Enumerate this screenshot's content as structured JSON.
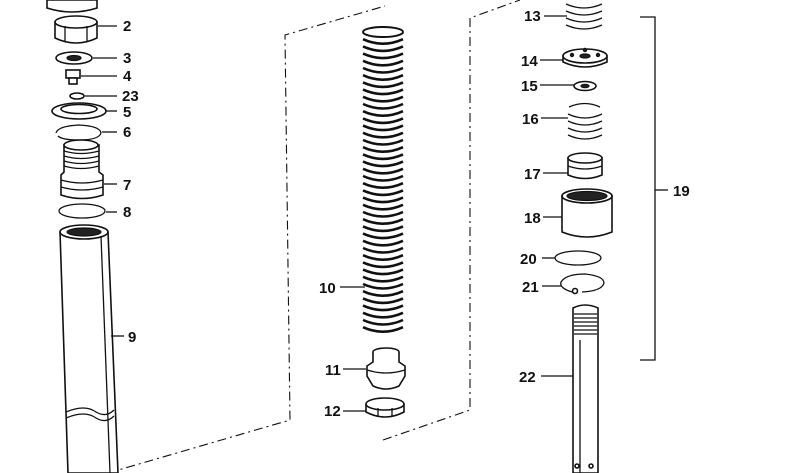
{
  "diagram": {
    "callouts": [
      {
        "id": "c2",
        "text": "2"
      },
      {
        "id": "c3",
        "text": "3"
      },
      {
        "id": "c4",
        "text": "4"
      },
      {
        "id": "c23",
        "text": "23"
      },
      {
        "id": "c5",
        "text": "5"
      },
      {
        "id": "c6",
        "text": "6"
      },
      {
        "id": "c7",
        "text": "7"
      },
      {
        "id": "c8",
        "text": "8"
      },
      {
        "id": "c9",
        "text": "9"
      },
      {
        "id": "c10",
        "text": "10"
      },
      {
        "id": "c11",
        "text": "11"
      },
      {
        "id": "c12",
        "text": "12"
      },
      {
        "id": "c13",
        "text": "13"
      },
      {
        "id": "c14",
        "text": "14"
      },
      {
        "id": "c15",
        "text": "15"
      },
      {
        "id": "c16",
        "text": "16"
      },
      {
        "id": "c17",
        "text": "17"
      },
      {
        "id": "c18",
        "text": "18"
      },
      {
        "id": "c19",
        "text": "19"
      },
      {
        "id": "c20",
        "text": "20"
      },
      {
        "id": "c21",
        "text": "21"
      },
      {
        "id": "c22",
        "text": "22"
      }
    ]
  }
}
